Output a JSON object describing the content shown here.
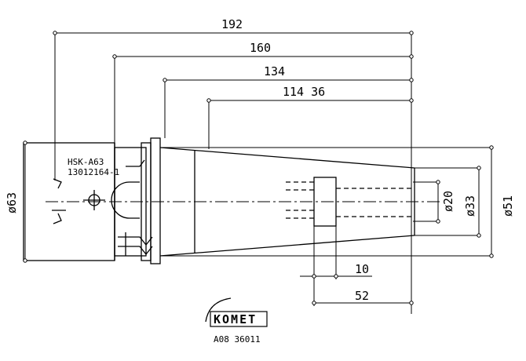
{
  "dimensions": {
    "d192": "192",
    "d160": "160",
    "d134": "134",
    "d114_36": "114 36",
    "d10": "10",
    "d52": "52",
    "dia63": "ø63",
    "dia20": "ø20",
    "dia33": "ø33",
    "dia51": "ø51"
  },
  "labels": {
    "spec_line1": "HSK-A63",
    "spec_line2": "13012164-1"
  },
  "brand": {
    "logo_text": "KOMET",
    "part_number": "A08 36011"
  }
}
